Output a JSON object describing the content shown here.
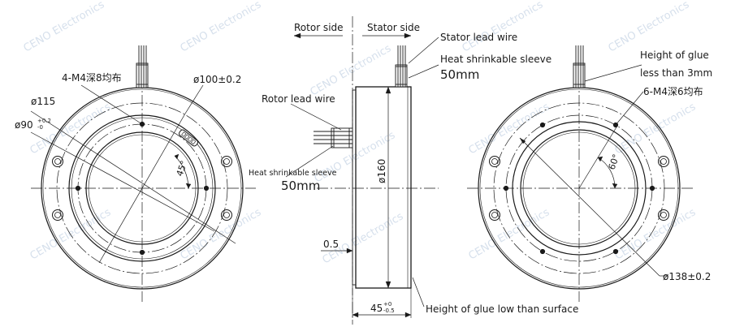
{
  "watermark": "CENO Electronics",
  "side_view": {
    "rotor_side": "Rotor side",
    "stator_side": "Stator side",
    "stator_lead_wire": "Stator lead wire",
    "heat_sleeve_top": "Heat shrinkable sleeve",
    "heat_sleeve_top_len": "50mm",
    "rotor_lead_wire": "Rotor lead wire",
    "heat_sleeve_left": "Heat shrinkable sleeve",
    "heat_sleeve_left_len": "50mm",
    "dia_160": "ø160",
    "gap_05": "0.5",
    "width_45": "45",
    "width_45_tol_upper": "+0",
    "width_45_tol_lower": "-0.5",
    "glue_surface": "Height of glue low than surface"
  },
  "left_view": {
    "holes_4": "4-M4深8均布",
    "dia_100": "ø100±0.2",
    "dia_115": "ø115",
    "dia_90": "ø90",
    "dia_90_tol_upper": "+0.2",
    "dia_90_tol_lower": "-0",
    "angle_45": "45°"
  },
  "right_view": {
    "glue_height_1": "Height of glue",
    "glue_height_2": "less than 3mm",
    "holes_6": "6-M4深6均布",
    "angle_60": "60°",
    "dia_138": "ø138±0.2"
  }
}
